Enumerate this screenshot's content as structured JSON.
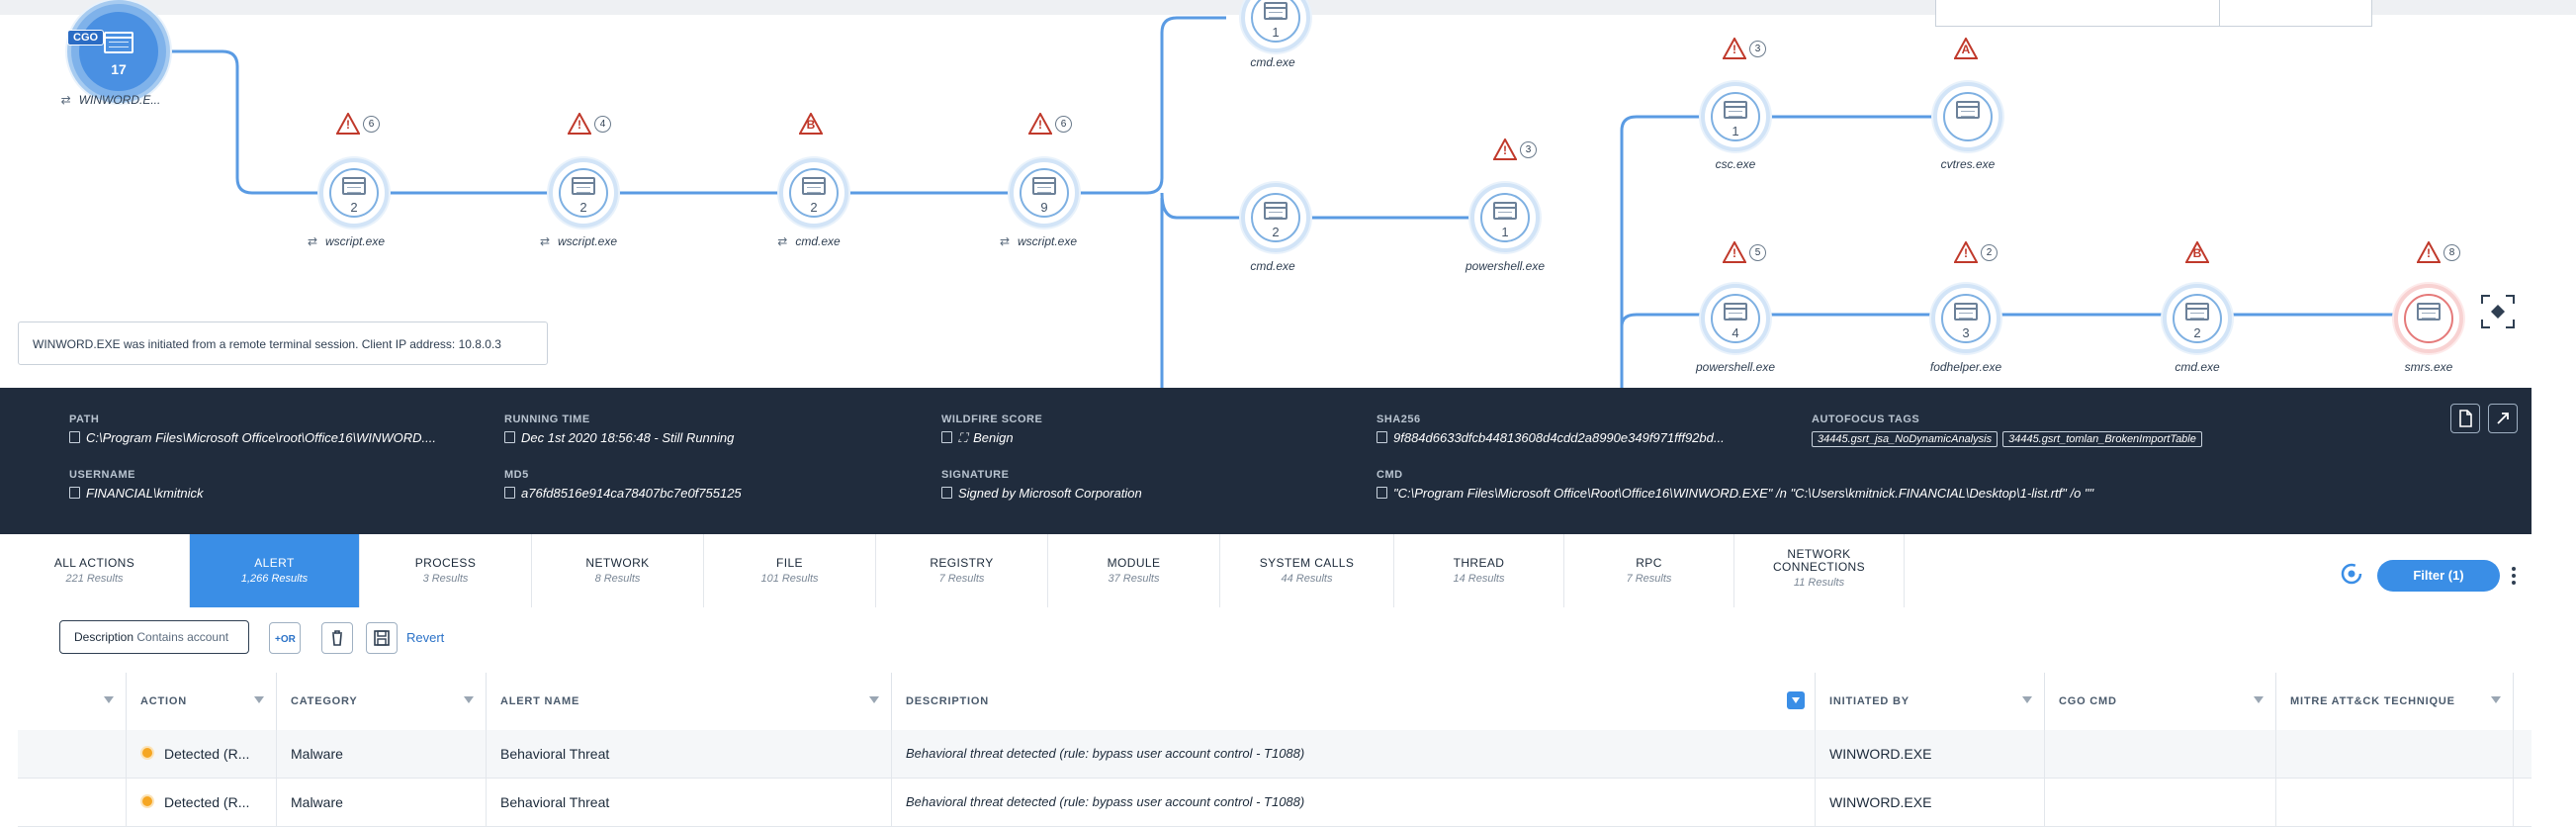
{
  "graph": {
    "root": {
      "badge": "CGO",
      "count": "17",
      "label": "WINWORD.E..."
    },
    "nodes": [
      {
        "id": "n1",
        "label": "wscript.exe",
        "count": "2",
        "alert": "!",
        "alert_count": "6",
        "injected": true
      },
      {
        "id": "n2",
        "label": "wscript.exe",
        "count": "2",
        "alert": "!",
        "alert_count": "4",
        "injected": true
      },
      {
        "id": "n3",
        "label": "cmd.exe",
        "count": "2",
        "alert": "B",
        "alert_count": "",
        "injected": true
      },
      {
        "id": "n4",
        "label": "wscript.exe",
        "count": "9",
        "alert": "!",
        "alert_count": "6",
        "injected": true
      },
      {
        "id": "n5",
        "label": "cmd.exe",
        "count": "1",
        "alert": "",
        "alert_count": "",
        "injected": false
      },
      {
        "id": "n6",
        "label": "cmd.exe",
        "count": "2",
        "alert": "",
        "alert_count": "",
        "injected": false
      },
      {
        "id": "n7",
        "label": "powershell.exe",
        "count": "1",
        "alert": "!",
        "alert_count": "3",
        "injected": false
      },
      {
        "id": "n8",
        "label": "csc.exe",
        "count": "1",
        "alert": "!",
        "alert_count": "3",
        "injected": false
      },
      {
        "id": "n9",
        "label": "cvtres.exe",
        "count": "",
        "alert": "A",
        "alert_count": "",
        "injected": false
      },
      {
        "id": "n10",
        "label": "powershell.exe",
        "count": "4",
        "alert": "!",
        "alert_count": "5",
        "injected": false
      },
      {
        "id": "n11",
        "label": "fodhelper.exe",
        "count": "3",
        "alert": "!",
        "alert_count": "2",
        "injected": false
      },
      {
        "id": "n12",
        "label": "cmd.exe",
        "count": "2",
        "alert": "B",
        "alert_count": "",
        "injected": false
      },
      {
        "id": "n13",
        "label": "smrs.exe",
        "count": "",
        "alert": "!",
        "alert_count": "8",
        "injected": false
      }
    ],
    "tooltip": "WINWORD.EXE was initiated from a remote terminal session. Client IP address: 10.8.0.3"
  },
  "details": {
    "path_label": "PATH",
    "path_value": "C:\\Program Files\\Microsoft Office\\root\\Office16\\WINWORD....",
    "running_label": "RUNNING TIME",
    "running_value": "Dec 1st 2020 18:56:48 - Still Running",
    "wildfire_label": "WILDFIRE SCORE",
    "wildfire_value": "Benign",
    "sha_label": "SHA256",
    "sha_value": "9f884d6633dfcb44813608d4cdd2a8990e349f971fff92bd...",
    "autofocus_label": "AUTOFOCUS TAGS",
    "autofocus_tags": [
      "34445.gsrt_jsa_NoDynamicAnalysis",
      "34445.gsrt_tomlan_BrokenImportTable"
    ],
    "username_label": "USERNAME",
    "username_value": "FINANCIAL\\kmitnick",
    "md5_label": "MD5",
    "md5_value": "a76fd8516e914ca78407bc7e0f755125",
    "signature_label": "SIGNATURE",
    "signature_value": "Signed by Microsoft Corporation",
    "cmd_label": "CMD",
    "cmd_value": "\"C:\\Program Files\\Microsoft Office\\Root\\Office16\\WINWORD.EXE\" /n \"C:\\Users\\kmitnick.FINANCIAL\\Desktop\\1-list.rtf\" /o \"\""
  },
  "tabs": [
    {
      "label": "ALL ACTIONS",
      "count": "221 Results"
    },
    {
      "label": "ALERT",
      "count": "1,266 Results",
      "active": true
    },
    {
      "label": "PROCESS",
      "count": "3 Results"
    },
    {
      "label": "NETWORK",
      "count": "8 Results"
    },
    {
      "label": "FILE",
      "count": "101 Results"
    },
    {
      "label": "REGISTRY",
      "count": "7 Results"
    },
    {
      "label": "MODULE",
      "count": "37 Results"
    },
    {
      "label": "SYSTEM CALLS",
      "count": "44 Results"
    },
    {
      "label": "THREAD",
      "count": "14 Results"
    },
    {
      "label": "RPC",
      "count": "7 Results"
    },
    {
      "label": "NETWORK",
      "label2": "CONNECTIONS",
      "count": "11 Results"
    }
  ],
  "filter_button": "Filter (1)",
  "filter_chip": {
    "field": "Description",
    "op": "Contains account"
  },
  "revert_label": "Revert",
  "table": {
    "columns": [
      "",
      "ACTION",
      "CATEGORY",
      "ALERT NAME",
      "DESCRIPTION",
      "INITIATED BY",
      "CGO CMD",
      "MITRE ATT&CK TECHNIQUE"
    ],
    "rows": [
      {
        "action": "Detected (R...",
        "category": "Malware",
        "alert_name": "Behavioral Threat",
        "description": "Behavioral threat detected (rule: bypass user account control - T1088)",
        "initiated_by": "WINWORD.EXE",
        "cgo_cmd": "",
        "mitre": ""
      },
      {
        "action": "Detected (R...",
        "category": "Malware",
        "alert_name": "Behavioral Threat",
        "description": "Behavioral threat detected (rule: bypass user account control - T1088)",
        "initiated_by": "WINWORD.EXE",
        "cgo_cmd": "",
        "mitre": ""
      }
    ]
  },
  "colors": {
    "accent": "#3a8ee6",
    "panel": "#202c3d",
    "alert_red": "#c0392b",
    "severity": "#f5a623"
  }
}
